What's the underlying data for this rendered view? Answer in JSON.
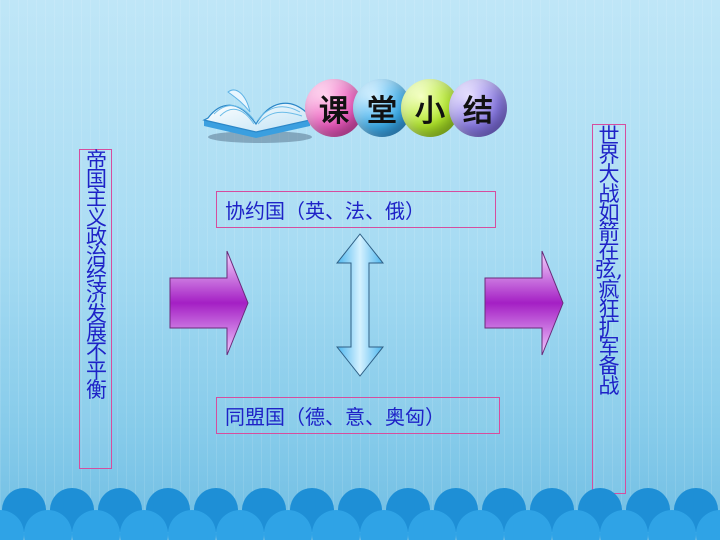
{
  "slide": {
    "title_chars": [
      "课",
      "堂",
      "小",
      "结"
    ],
    "left_text": "帝国主义政治经济发展不平衡",
    "right_text": "世界大战如箭在弦,疯狂扩军备战",
    "upper_box": "协约国（英、法、俄）",
    "lower_box": "同盟国（德、意、奥匈）"
  },
  "colors": {
    "text": "#1e22c7",
    "box_border": "#d64d9e",
    "arrow_purple": "#a41fc4",
    "double_arrow": "#8fd3f5",
    "bottom_bumps": "#1e8fd6"
  },
  "icons": {
    "book": "open-book-icon",
    "arrows": [
      "right-arrow-icon",
      "double-vertical-arrow-icon"
    ]
  }
}
